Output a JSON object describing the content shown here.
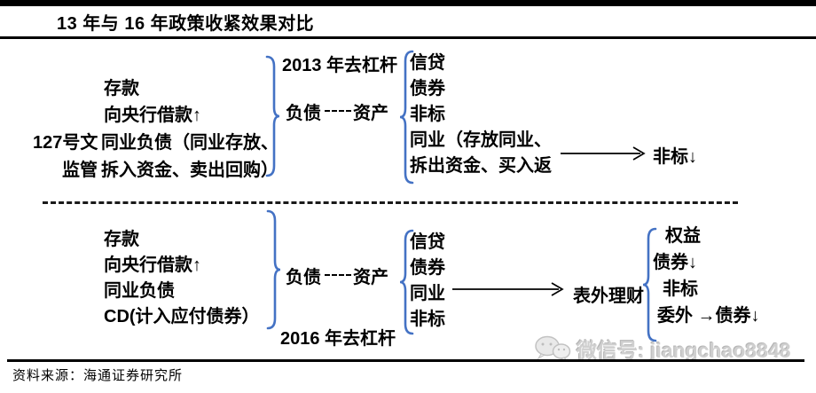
{
  "page": {
    "title": "13 年与 16 年政策收紧效果对比",
    "source": "资料来源：海通证券研究所",
    "watermark": "微信号: jiangchao8848",
    "watermark_icon": "wechat-icon"
  },
  "colors": {
    "brace_blue": "#4472C4",
    "line_black": "#000000",
    "watermark_gray": "#cfcfcf"
  },
  "top_2013": {
    "year_label": "2013 年去杠杆",
    "reg_label_line1": "127号文",
    "reg_label_line2": "监管",
    "liabilities": [
      "存款",
      "向央行借款↑",
      "同业负债（同业存放、",
      "拆入资金、卖出回购）"
    ],
    "liab_header": "负债",
    "asset_header": "资产",
    "assets": [
      "信贷",
      "债券",
      "非标",
      "同业（存放同业、",
      "拆出资金、买入返"
    ],
    "result": "非标↓"
  },
  "bottom_2016": {
    "year_label": "2016 年去杠杆",
    "liabilities": [
      "存款",
      "向央行借款↑",
      "同业负债",
      "CD(计入应付债券）"
    ],
    "liab_header": "负债",
    "asset_header": "资产",
    "assets": [
      "信贷",
      "债券",
      "同业",
      "非标"
    ],
    "intermediate": "表外理财",
    "outcomes": [
      "权益",
      "债券↓",
      "非标",
      "委外 →债券↓"
    ]
  }
}
